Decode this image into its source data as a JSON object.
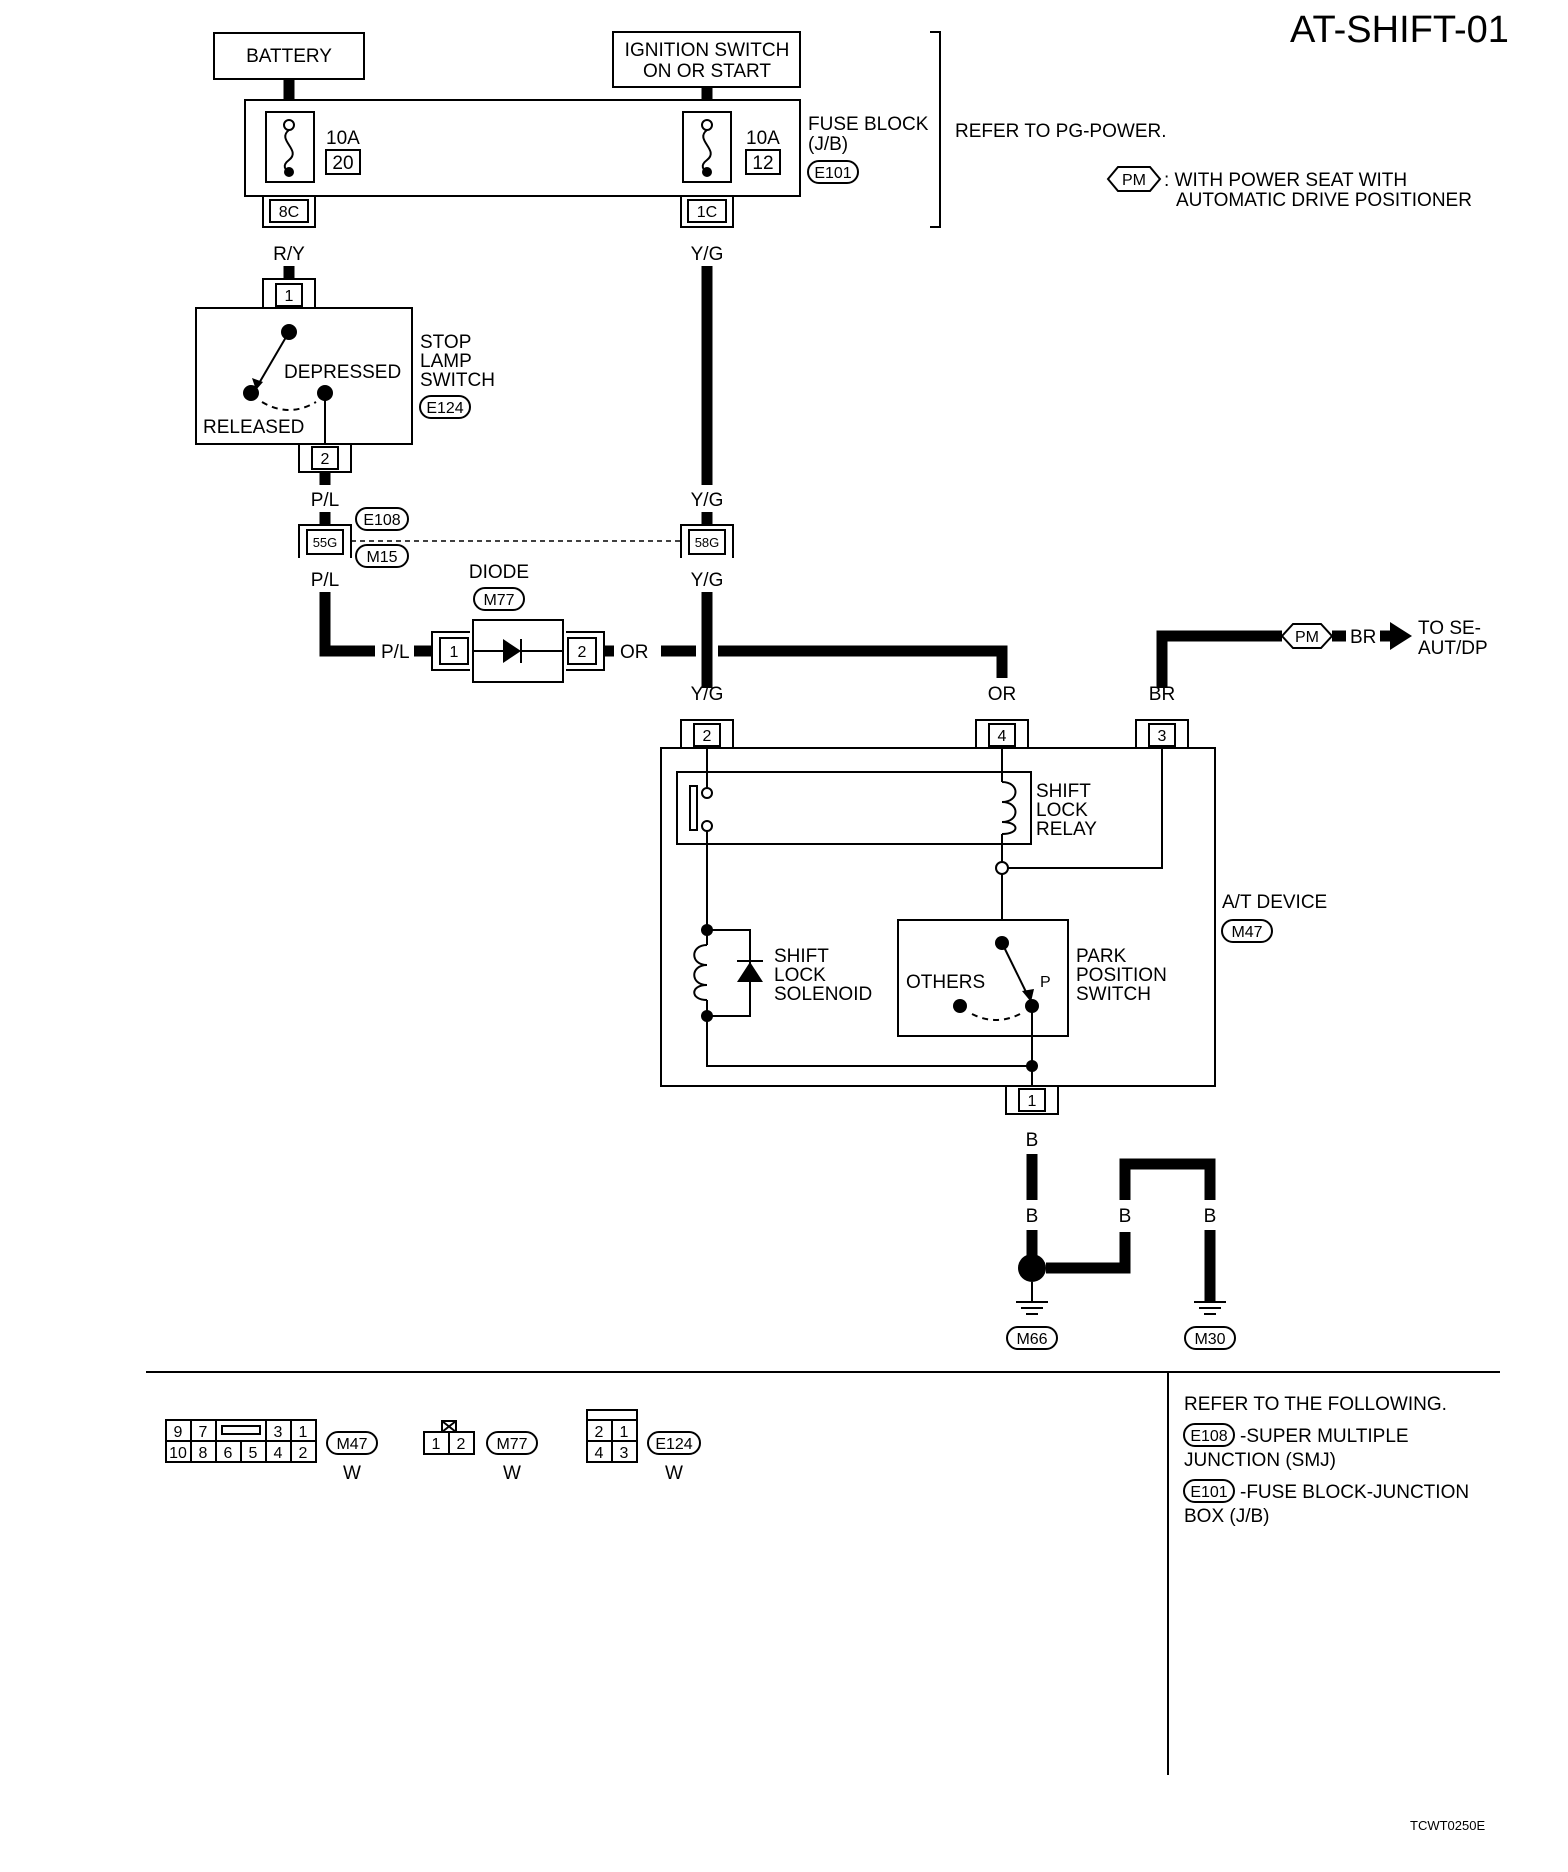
{
  "diagram": {
    "title": "AT-SHIFT-01",
    "figure_id": "TCWT0250E",
    "components": {
      "battery": "BATTERY",
      "ignition_line1": "IGNITION SWITCH",
      "ignition_line2": "ON OR START",
      "fuse_block_line1": "FUSE BLOCK",
      "fuse_block_line2": "(J/B)",
      "fuse_block_conn": "E101",
      "fuse1_rating": "10A",
      "fuse1_number": "20",
      "fuse2_rating": "10A",
      "fuse2_number": "12",
      "refer_pg_power": "REFER TO PG-POWER.",
      "pm_badge": "PM",
      "pm_note_line1": ": WITH POWER SEAT WITH",
      "pm_note_line2": "AUTOMATIC DRIVE POSITIONER",
      "stop_lamp_line1": "STOP",
      "stop_lamp_line2": "LAMP",
      "stop_lamp_line3": "SWITCH",
      "stop_lamp_conn": "E124",
      "depressed": "DEPRESSED",
      "released": "RELEASED",
      "diode": "DIODE",
      "diode_conn": "M77",
      "smj_conn1": "E108",
      "smj_conn2": "M15",
      "to_se_line1": "TO SE-",
      "to_se_line2": "AUT/DP",
      "shift_lock_relay_line1": "SHIFT",
      "shift_lock_relay_line2": "LOCK",
      "shift_lock_relay_line3": "RELAY",
      "at_device": "A/T DEVICE",
      "at_device_conn": "M47",
      "shift_lock_solenoid_line1": "SHIFT",
      "shift_lock_solenoid_line2": "LOCK",
      "shift_lock_solenoid_line3": "SOLENOID",
      "park_switch_line1": "PARK",
      "park_switch_line2": "POSITION",
      "park_switch_line3": "SWITCH",
      "others": "OTHERS",
      "p_position": "P",
      "ground1": "M66",
      "ground2": "M30"
    },
    "terminals": {
      "t_8c": "8C",
      "t_1c": "1C",
      "t_1": "1",
      "t_2": "2",
      "t_3": "3",
      "t_4": "4",
      "t_55g": "55G",
      "t_58g": "58G"
    },
    "wire_colors": {
      "r_y": "R/Y",
      "y_g": "Y/G",
      "p_l": "P/L",
      "or": "OR",
      "br": "BR",
      "b": "B"
    },
    "connector_views": {
      "m47_top": [
        "9",
        "7",
        "3",
        "1"
      ],
      "m47_bottom": [
        "10",
        "8",
        "6",
        "5",
        "4",
        "2"
      ],
      "m47_name": "M47",
      "m47_color": "W",
      "m77_pins": [
        "1",
        "2"
      ],
      "m77_name": "M77",
      "m77_color": "W",
      "e124_top": [
        "2",
        "1"
      ],
      "e124_bottom": [
        "4",
        "3"
      ],
      "e124_name": "E124",
      "e124_color": "W"
    },
    "references": {
      "heading": "REFER TO THE FOLLOWING.",
      "ref1_conn": "E108",
      "ref1_line1": "-SUPER MULTIPLE",
      "ref1_line2": "JUNCTION (SMJ)",
      "ref2_conn": "E101",
      "ref2_line1": "-FUSE BLOCK-JUNCTION",
      "ref2_line2": "BOX (J/B)"
    }
  }
}
